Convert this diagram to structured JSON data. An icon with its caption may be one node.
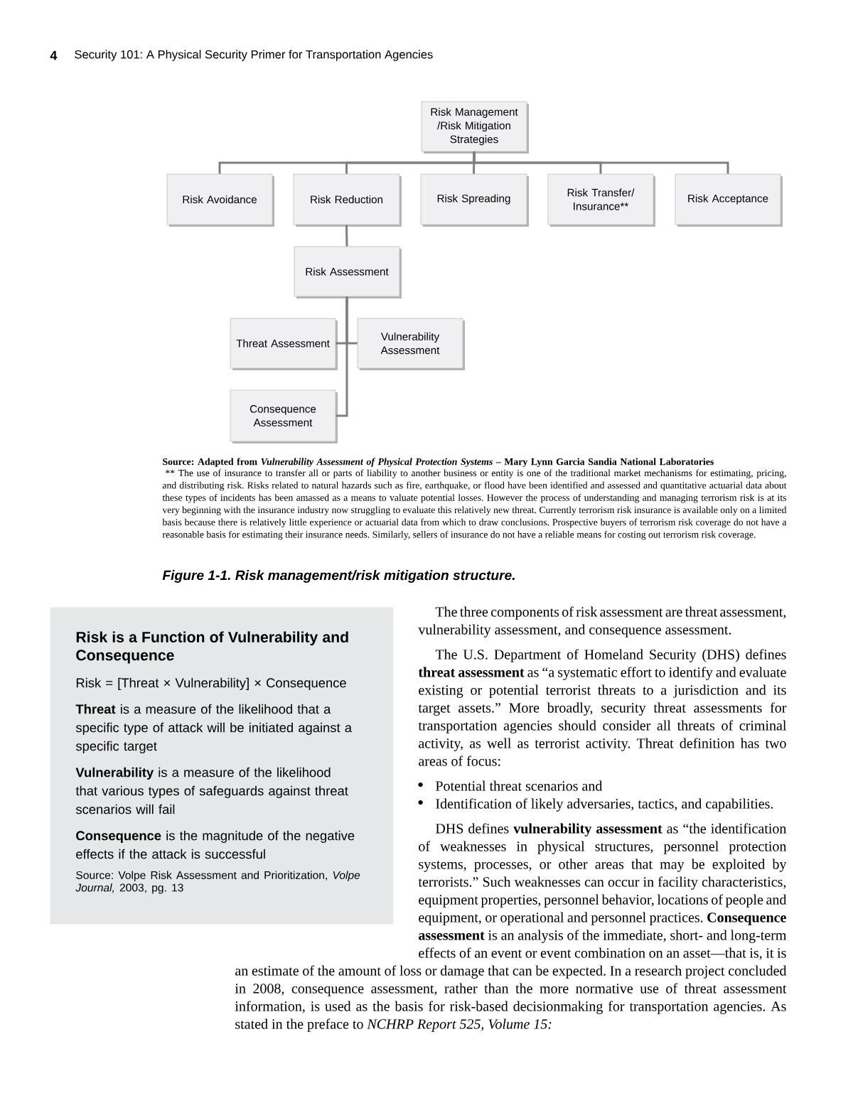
{
  "diagram": {
    "caption": "Figure 1-1. Risk management/risk mitigation structure.",
    "nodes": [
      {
        "text": [
          "Risk Management /Risk Mitigation Strategies"
        ]
      },
      {
        "text": [
          "Risk Avoidance"
        ]
      },
      {
        "text": [
          "Risk Reduction"
        ]
      },
      {
        "text": [
          "Risk Spreading"
        ]
      },
      {
        "text": [
          "Risk Transfer/ Insurance**"
        ]
      },
      {
        "text": [
          "Risk Acceptance"
        ]
      },
      {
        "text": [
          "Risk Assessment"
        ]
      },
      {
        "text": [
          "Threat Assessment"
        ]
      },
      {
        "text": [
          "Vulnerability Assessment"
        ]
      },
      {
        "text": [
          "Consequence Assessment"
        ]
      },
      {
        "text": [
          "Risk is a Function of Vulnerability and Consequence",
          "Risk = [Threat × Vulnerability] × Consequence",
          "**Threat** is a measure of the likelihood that a specific type of attack will be initiated against a specific target",
          "**Vulnerability** is a measure of the likelihood that various types of safeguards against threat scenarios will fail",
          "**Consequence** is the magnitude of the negative effects if the attack is successful",
          "Source: Volpe Risk Assessment and Prioritization, *Volpe Journal,* 2003, pg. 13"
        ]
      }
    ],
    "edges": [
      {
        "from": 0,
        "to": 1,
        "arrow": "none"
      },
      {
        "from": 0,
        "to": 2,
        "arrow": "none"
      },
      {
        "from": 0,
        "to": 3,
        "arrow": "none"
      },
      {
        "from": 0,
        "to": 4,
        "arrow": "none"
      },
      {
        "from": 0,
        "to": 5,
        "arrow": "none"
      },
      {
        "from": 2,
        "to": 6,
        "arrow": "none"
      },
      {
        "from": 6,
        "to": 7,
        "arrow": "none"
      },
      {
        "from": 6,
        "to": 8,
        "arrow": "none"
      },
      {
        "from": 6,
        "to": 9,
        "arrow": "none"
      }
    ],
    "labels": [
      "4",
      "Security 101: A Physical Security Primer for Transportation Agencies",
      "Source: Adapted from *Vulnerability Assessment of Physical Protection Systems* – Mary Lynn Garcia Sandia National Laboratories",
      "** The use of insurance to transfer all or parts of liability to another business or entity is one of the traditional market mechanisms for estimating, pricing, and distributing risk. Risks related to natural hazards such as fire, earthquake, or flood have been identified and assessed and quantitative actuarial data about these types of incidents has been amassed as a means to valuate potential losses. However the process of understanding and managing terrorism risk is at its very beginning with the insurance industry now struggling to evaluate this relatively new threat. Currently terrorism risk insurance is available only on a limited basis because there is relatively little experience or actuarial data from which to draw conclusions. Prospective buyers of terrorism risk coverage do not have a reasonable basis for estimating their insurance needs. Similarly, sellers of insurance do not have a reliable means for costing out terrorism risk coverage.",
      "The three components of risk assessment are threat assessment, vulnerability assessment, and consequence assessment.",
      "The U.S. Department of Homeland Security (DHS) defines **threat assessment** as “a systematic effort to identify and evaluate existing or potential terrorist threats to a jurisdiction and its target assets.” More broadly, security threat assessments for transportation agencies should consider all threats of criminal activity, as well as terrorist activity. Threat definition has two areas of focus:",
      "Potential threat scenarios and",
      "Identification of likely adversaries, tactics, and capabilities.",
      "DHS defines **vulnerability assessment** as “the identification of weaknesses in physical structures, personnel protection systems, processes, or other areas that may be exploited by terrorists.” Such weaknesses can occur in facility characteristics, equipment properties, personnel behavior, locations of people and equipment, or operational and personnel practices. **Consequence assessment** is an analysis of the immediate, short- and long-term effects of an event or event combination on an asset—that is, it is an estimate of the amount of loss or damage that can be expected. In a research project concluded in 2008, consequence assessment, rather than the more normative use of threat assessment information, is used as the basis for risk-based decisionmaking for transportation agencies. As stated in the preface to *NCHRP Report 525, Volume 15:*"
    ]
  }
}
